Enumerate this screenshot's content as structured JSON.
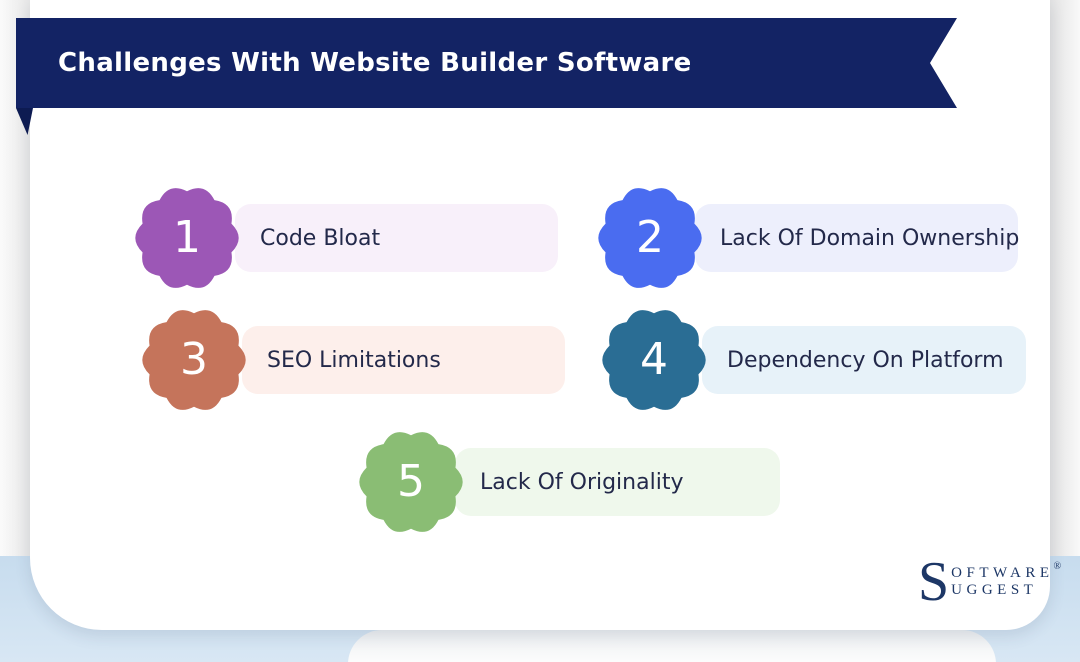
{
  "theme": {
    "banner_color": "#132364",
    "banner_fold_color": "#0d1b52",
    "label_text_color": "#23294a",
    "background_blue": "#cfe1f0",
    "card_color": "#ffffff"
  },
  "banner": {
    "title": "Challenges With Website Builder Software"
  },
  "items": [
    {
      "number": "1",
      "label": "Code Bloat",
      "badge_color": "#9c57b6",
      "pill_color": "#f8f0fa"
    },
    {
      "number": "2",
      "label": "Lack Of Domain Ownership",
      "badge_color": "#4a6cf0",
      "pill_color": "#edeffc"
    },
    {
      "number": "3",
      "label": "SEO Limitations",
      "badge_color": "#c5745b",
      "pill_color": "#fdefeb"
    },
    {
      "number": "4",
      "label": "Dependency On Platform",
      "badge_color": "#2a6d94",
      "pill_color": "#e7f2f9"
    },
    {
      "number": "5",
      "label": "Lack Of Originality",
      "badge_color": "#8abd74",
      "pill_color": "#eff8ec"
    }
  ],
  "logo": {
    "initial": "S",
    "line1": "OFTWARE",
    "line2": "UGGEST",
    "registered": "®"
  }
}
